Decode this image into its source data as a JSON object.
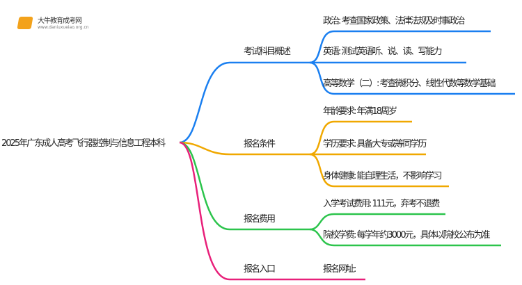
{
  "logo": {
    "name": "大牛教育成考网",
    "url": "www.daniuxueiao.org.cn"
  },
  "root": "2025年广东成人高考飞行器控制与信息工程本科",
  "colors": {
    "blue": "#1a7ff0",
    "orange": "#f0a800",
    "green": "#2cc44c",
    "pink": "#e8207a"
  },
  "branches": [
    {
      "label": "考试科目概述",
      "children": [
        "政治: 考查国家政策、法律法规及时事政治",
        "英语: 测试英语听、说、读、写能力",
        "高等数学（二）: 考查微积分、线性代数等数学基础"
      ]
    },
    {
      "label": "报名条件",
      "children": [
        "年龄要求: 年满18周岁",
        "学历要求: 具备大专或等同学历",
        "身体健康: 能自理生活，不影响学习"
      ]
    },
    {
      "label": "报名费用",
      "children": [
        "入学考试费用: 111元，弃考不退费",
        "院校学费: 每学年约3000元，具体以院校公布为准"
      ]
    },
    {
      "label": "报名入口",
      "children": [
        "报名网址:"
      ]
    }
  ]
}
